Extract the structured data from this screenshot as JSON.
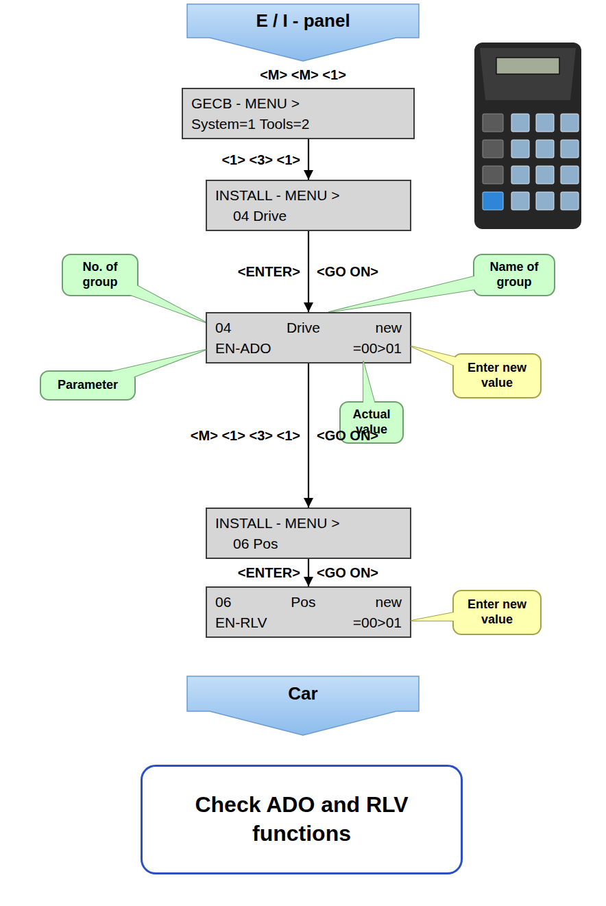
{
  "diagram": {
    "nodes": [
      {
        "text": [
          "E / I - panel"
        ]
      },
      {
        "text": [
          "GECB - MENU >",
          "System=1 Tools=2"
        ]
      },
      {
        "text": [
          "INSTALL - MENU >",
          "04 Drive"
        ]
      },
      {
        "text": [
          "No. of group"
        ]
      },
      {
        "text": [
          "Name of group"
        ]
      },
      {
        "text": [
          "04 Drive new",
          "EN-ADO =00>01"
        ]
      },
      {
        "text": [
          "Parameter"
        ]
      },
      {
        "text": [
          "Enter new value"
        ]
      },
      {
        "text": [
          "Actual value"
        ]
      },
      {
        "text": [
          "INSTALL - MENU >",
          "06 Pos"
        ]
      },
      {
        "text": [
          "06 Pos new",
          "EN-RLV =00>01"
        ]
      },
      {
        "text": [
          "Enter new value"
        ]
      },
      {
        "text": [
          "Car"
        ]
      },
      {
        "text": [
          "Check ADO and RLV functions"
        ]
      }
    ],
    "edges": [
      {
        "from": 1,
        "to": 2,
        "arrow": "to",
        "label": "<1> <3> <1>"
      },
      {
        "from": 2,
        "to": 5,
        "arrow": "to",
        "label": "<ENTER>"
      },
      {
        "from": 5,
        "to": 9,
        "arrow": "to",
        "label": "<M> <1> <3> <1>"
      },
      {
        "from": 9,
        "to": 10,
        "arrow": "to",
        "label": "<ENTER>"
      }
    ],
    "labels": [
      "<M> <M> <1>",
      "<GO ON>",
      "<GO ON>",
      "<GO ON>"
    ]
  }
}
